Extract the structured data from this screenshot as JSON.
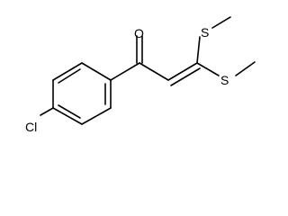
{
  "structure": {
    "atoms": [
      {
        "id": "O1",
        "label": "O"
      },
      {
        "id": "Cl1",
        "label": "Cl"
      },
      {
        "id": "S1",
        "label": "S"
      },
      {
        "id": "S2",
        "label": "S"
      }
    ]
  },
  "colors": {
    "bond": "#000000",
    "label": "#000000",
    "background": "#ffffff"
  }
}
